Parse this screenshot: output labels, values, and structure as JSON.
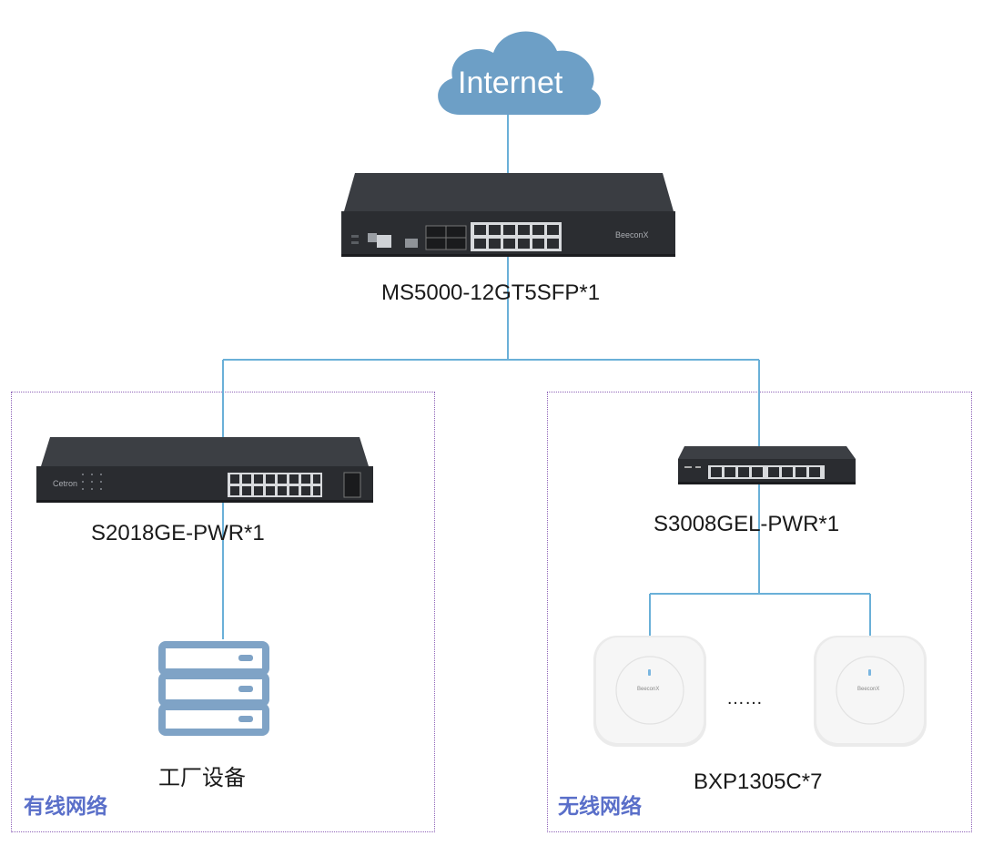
{
  "cloud": {
    "label": "Internet"
  },
  "core_switch": {
    "label": "MS5000-12GT5SFP*1",
    "brand": "BeeconX"
  },
  "left_zone": {
    "title": "有线网络",
    "switch": {
      "label": "S2018GE-PWR*1",
      "brand": "Cetron"
    },
    "device": {
      "label": "工厂设备"
    }
  },
  "right_zone": {
    "title": "无线网络",
    "switch": {
      "label": "S3008GEL-PWR*1"
    },
    "ap": {
      "label": "BXP1305C*7",
      "brand": "BeeconX",
      "ellipsis": "……"
    }
  },
  "colors": {
    "link": "#6ab0d8",
    "cloud": "#6d9fc6",
    "zone_border": "#8e63b8",
    "zone_title": "#5a6fc9",
    "server_icon": "#7fa3c6"
  }
}
